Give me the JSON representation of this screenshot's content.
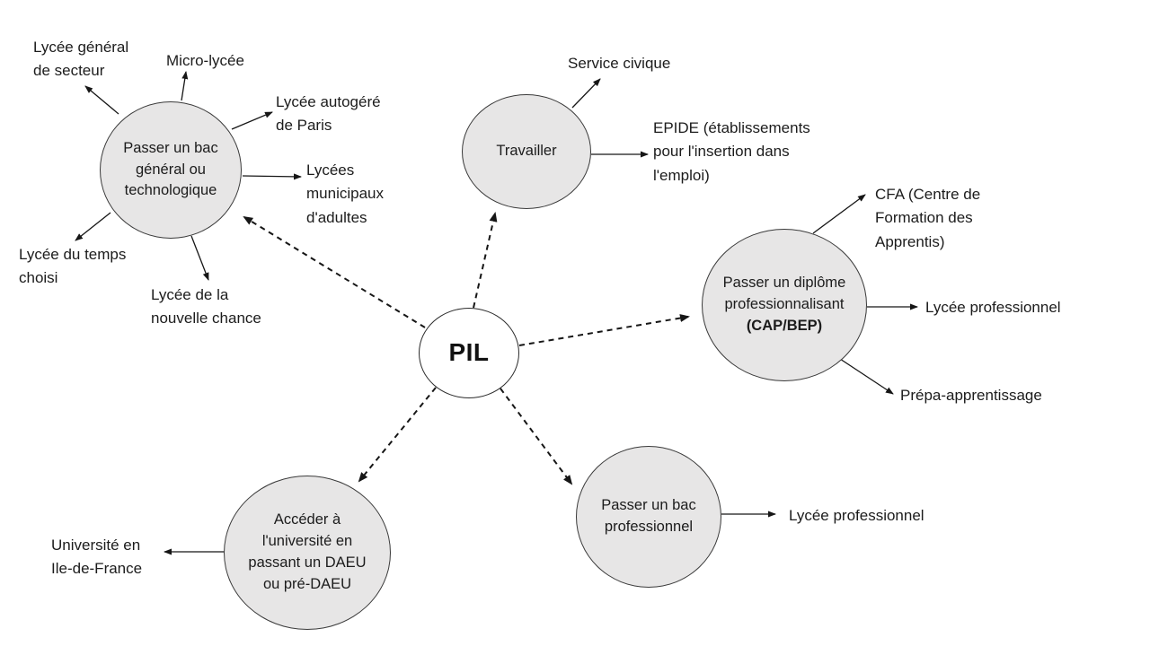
{
  "diagram": {
    "center": {
      "label": "PIL"
    },
    "nodes": [
      {
        "id": "bac-general-technologique",
        "label": "Passer un bac\ngénéral ou\ntechnologique",
        "children": [
          "Lycée général\nde secteur",
          "Micro-lycée",
          "Lycée autogéré\nde Paris",
          "Lycées\nmunicipaux\nd'adultes",
          "Lycée du temps\nchoisi",
          "Lycée de la\nnouvelle chance"
        ]
      },
      {
        "id": "travailler",
        "label": "Travailler",
        "children": [
          "Service civique",
          "EPIDE (établissements\npour l'insertion dans\nl'emploi)"
        ]
      },
      {
        "id": "diplome-professionnalisant",
        "label": "Passer un diplôme\nprofessionnalisant",
        "label_bold": "(CAP/BEP)",
        "children": [
          "CFA (Centre de\nFormation des\nApprentis)",
          "Lycée professionnel",
          "Prépa-apprentissage"
        ]
      },
      {
        "id": "bac-professionnel",
        "label": "Passer un bac\nprofessionnel",
        "children": [
          "Lycée professionnel"
        ]
      },
      {
        "id": "universite-daeu",
        "label": "Accéder à\nl'université en\npassant un DAEU\nou pré-DAEU",
        "children": [
          "Université en\nIle-de-France"
        ]
      }
    ],
    "colors": {
      "node_fill": "#e7e6e6",
      "node_stroke": "#3a3a3a",
      "center_fill": "#ffffff",
      "text": "#1c1c1c",
      "arrow": "#161616"
    }
  }
}
